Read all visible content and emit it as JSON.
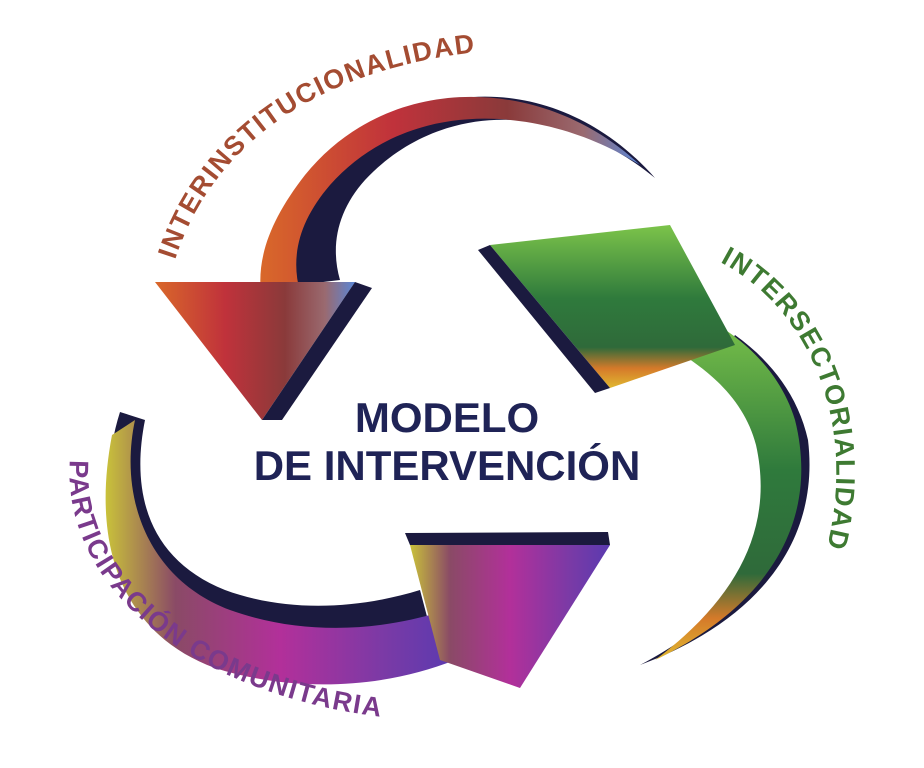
{
  "center": {
    "line1": "MODELO",
    "line2": "DE INTERVENCIÓN"
  },
  "labels": {
    "top": "INTERINSTITUCIONALIDAD",
    "right": "INTERSECTORIALIDAD",
    "bottom": "PARTICIPACIÓN COMUNITARIA"
  },
  "colors": {
    "dark_edge": "#1b1a3f",
    "label_top": "#a44c32",
    "label_right": "#3e7a32",
    "label_bottom": "#7a3a8c",
    "center_text": "#1f2356"
  },
  "icons": {
    "top": "red-orange-curved-arrow-icon",
    "right": "green-curved-arrow-icon",
    "bottom": "purple-curved-arrow-icon"
  }
}
